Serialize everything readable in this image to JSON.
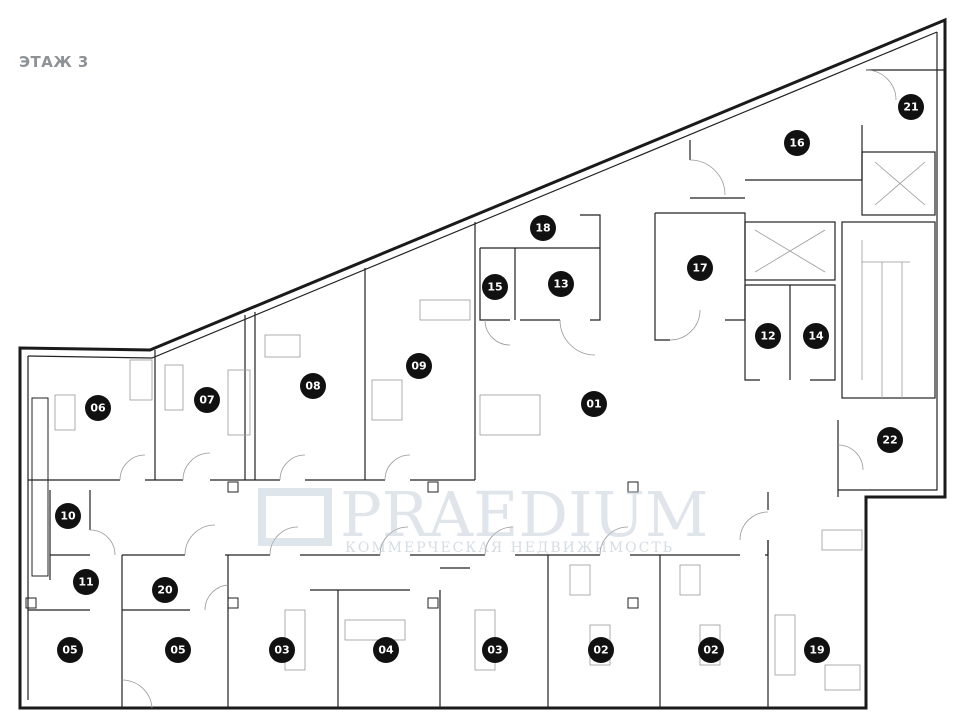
{
  "floor_label": "ЭТАЖ 3",
  "watermark": {
    "brand": "PRAEDIUM",
    "tagline": "КОММЕРЧЕСКАЯ НЕДВИЖИМОСТЬ"
  },
  "colors": {
    "badge": "#111111",
    "walls": "#1a1a1a",
    "label": "#8d9296"
  },
  "rooms": [
    "21",
    "16",
    "18",
    "17",
    "15",
    "13",
    "12",
    "14",
    "09",
    "08",
    "07",
    "06",
    "01",
    "22",
    "10",
    "20",
    "11",
    "05",
    "05",
    "03",
    "04",
    "03",
    "02",
    "02",
    "19"
  ]
}
